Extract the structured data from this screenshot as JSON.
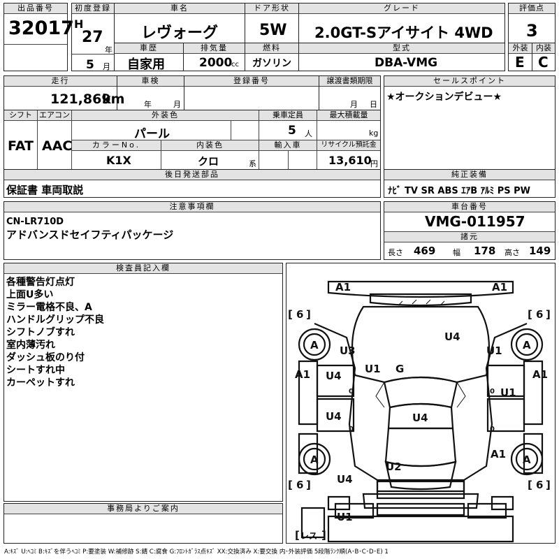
{
  "row1": {
    "lot_header": "出品番号",
    "lot_value": "32017",
    "first_reg_header": "初度登録",
    "era": "H",
    "year": "27",
    "year_unit": "年",
    "month": "5",
    "month_unit": "月",
    "name_header": "車名",
    "name_value": "レヴォーグ",
    "door_header": "ドア形状",
    "door_value": "5W",
    "grade_header": "グレード",
    "grade_value": "2.0GT-Sアイサイト 4WD",
    "score_header": "評価点",
    "score_value": "3"
  },
  "row2": {
    "history_header": "車歴",
    "history_value": "自家用",
    "displacement_header": "排気量",
    "displacement_value": "2000",
    "displacement_unit": "cc",
    "fuel_header": "燃料",
    "fuel_value": "ガソリン",
    "model_header": "型式",
    "model_value": "DBA-VMG",
    "exterior_header": "外装",
    "exterior_value": "E",
    "interior_header": "内装",
    "interior_value": "C"
  },
  "row3": {
    "mileage_header": "走行",
    "mileage_value": "121,869",
    "mileage_unit": "km",
    "inspection_header": "車検",
    "inspection_year_unit": "年",
    "inspection_month_unit": "月",
    "reg_no_header": "登録番号",
    "transfer_header": "譲渡書類期限",
    "transfer_month_unit": "月",
    "transfer_day_unit": "日",
    "sales_header": "セールスポイント",
    "sales_value": "★オークションデビュー★"
  },
  "row4": {
    "shift_header": "シフト",
    "shift_value": "FAT",
    "ac_header": "エアコン",
    "ac_value": "AAC",
    "ext_color_header": "外装色",
    "ext_color_value": "パール",
    "capacity_header": "乗車定員",
    "capacity_value": "5",
    "capacity_unit": "人",
    "max_load_header": "最大積載量",
    "max_load_unit": "kg",
    "color_no_header": "カラーNo.",
    "color_no_value": "K1X",
    "int_color_header": "内装色",
    "int_color_value": "クロ",
    "int_color_unit": "系",
    "import_header": "輸入車",
    "recycle_header": "リサイクル預託金",
    "recycle_value": "13,610",
    "recycle_unit": "円"
  },
  "row5": {
    "later_header": "後日発送部品",
    "later_value": "保証書 車両取説",
    "equip_header": "純正装備",
    "equip_value": "ﾅﾋﾞ TV SR ABS ｴｱB ｱﾙﾐ PS PW"
  },
  "row6": {
    "caution_header": "注意事項欄",
    "caution_lines": [
      "CN-LR710D",
      "アドバンスドセイフティパッケージ"
    ],
    "chassis_header": "車台番号",
    "chassis_value": "VMG-011957",
    "spec_header": "諸元",
    "length_label": "長さ",
    "length_value": "469",
    "width_label": "幅",
    "width_value": "178",
    "height_label": "高さ",
    "height_value": "149"
  },
  "inspector": {
    "header": "検査員記入欄",
    "lines": [
      "各種警告灯点灯",
      "上面U多い",
      "ミラー電格不良、A",
      "ハンドルグリップ不良",
      "シフトノブすれ",
      "室内薄汚れ",
      "ダッシュ板のり付",
      "シートすれ中",
      "カーペットすれ"
    ]
  },
  "office": {
    "header": "事務局よりご案内"
  },
  "diagram": {
    "marks": {
      "a1_tl": "A1",
      "a1_tr": "A1",
      "tire_tl": "6",
      "tire_tr": "6",
      "tire_bl": "6",
      "tire_br": "6",
      "wheel_tl": "A",
      "wheel_tr": "A",
      "wheel_bl": "A",
      "wheel_br": "A",
      "u4_hood": "U4",
      "u3": "U3",
      "u1_fender_r": "U1",
      "u1_ws": "U1",
      "g_ws": "G",
      "a1_left": "A1",
      "a1_right": "A1",
      "u4_door_fl": "U4",
      "zero_fl": "0",
      "u1_door_fr": "U1",
      "zero_fr": "0",
      "u4_door_rl": "U4",
      "zero_rl": "0",
      "u4_roof": "U4",
      "zero_rr": "0",
      "u2": "U2",
      "a1_rear_r": "A1",
      "u4_rear_l": "U4",
      "u1_bottom": "U1",
      "res": "レス"
    }
  },
  "legend": "A:ｷｽﾞ U:ﾍｺﾐ B:ｷｽﾞを伴うﾍｺﾐ P:要塗装 W:補修跡 S:錆 C:腐食 G:ﾌﾛﾝﾄｶﾞﾗｽ点ｷｽﾞ XX:交換済み X:要交換 内･外装評価 5段階ﾗﾝｸ順(A･B･C･D･E) 1"
}
